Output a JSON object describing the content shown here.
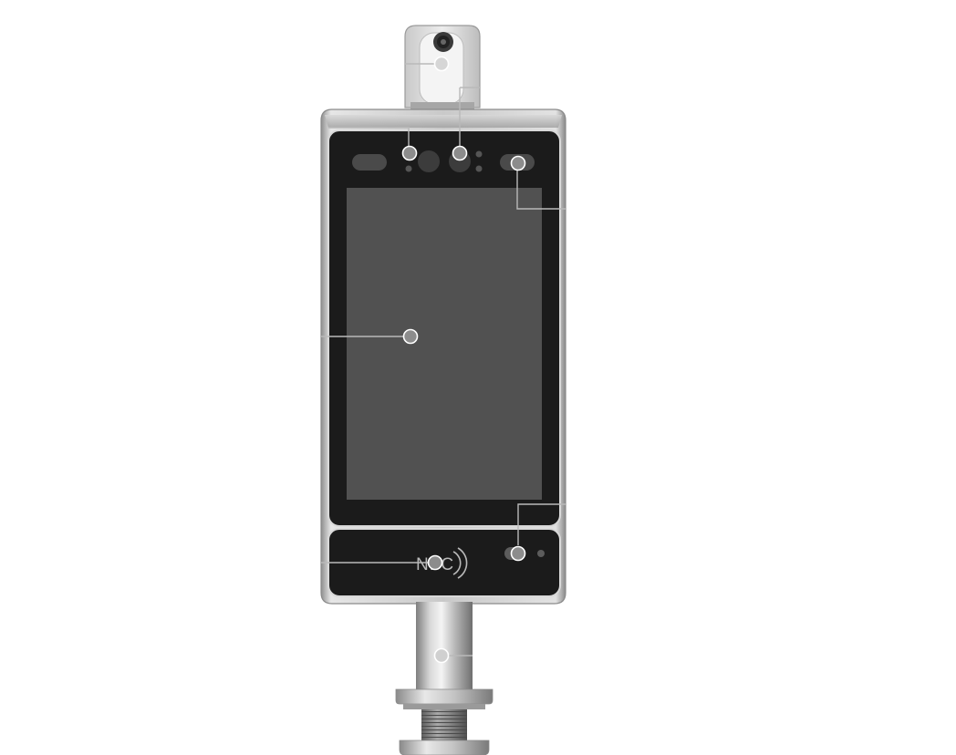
{
  "device": {
    "nfc_label": "NFC",
    "colors": {
      "background": "#ffffff",
      "bezel_dark": "#1b1b1b",
      "screen": "#515151",
      "frame_silver": "#b4b4b4",
      "callout": "#b9b9b9",
      "marker_fill": "#8c8c8c"
    }
  },
  "callouts": [
    {
      "id": "thermal-sensor"
    },
    {
      "id": "light-sensor"
    },
    {
      "id": "front-camera-left"
    },
    {
      "id": "ir-camera"
    },
    {
      "id": "touch-screen"
    },
    {
      "id": "status-indicator"
    },
    {
      "id": "nfc-reader"
    },
    {
      "id": "mounting-pole"
    }
  ],
  "icons": [
    "thermal-camera-icon",
    "nfc-wave-icon",
    "camera-lens-icon",
    "led-indicator-icon"
  ]
}
